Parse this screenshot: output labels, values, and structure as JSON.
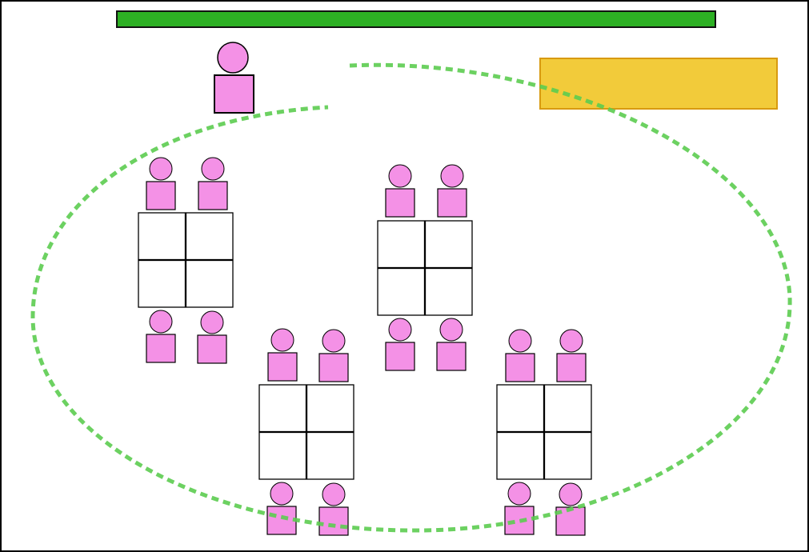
{
  "colors": {
    "board": "#2db024",
    "board_stroke": "#111111",
    "teacher_desk": "#f2cb3a",
    "teacher_desk_stroke": "#d89a10",
    "person": "#f491e6",
    "person_stroke": "#000000",
    "desk": "#ffffff",
    "circle_path": "#5ccc50",
    "frame": "#000000"
  },
  "layout_info": {
    "desk_groups": 4,
    "desks_per_group": 4,
    "students_per_group": 4
  }
}
